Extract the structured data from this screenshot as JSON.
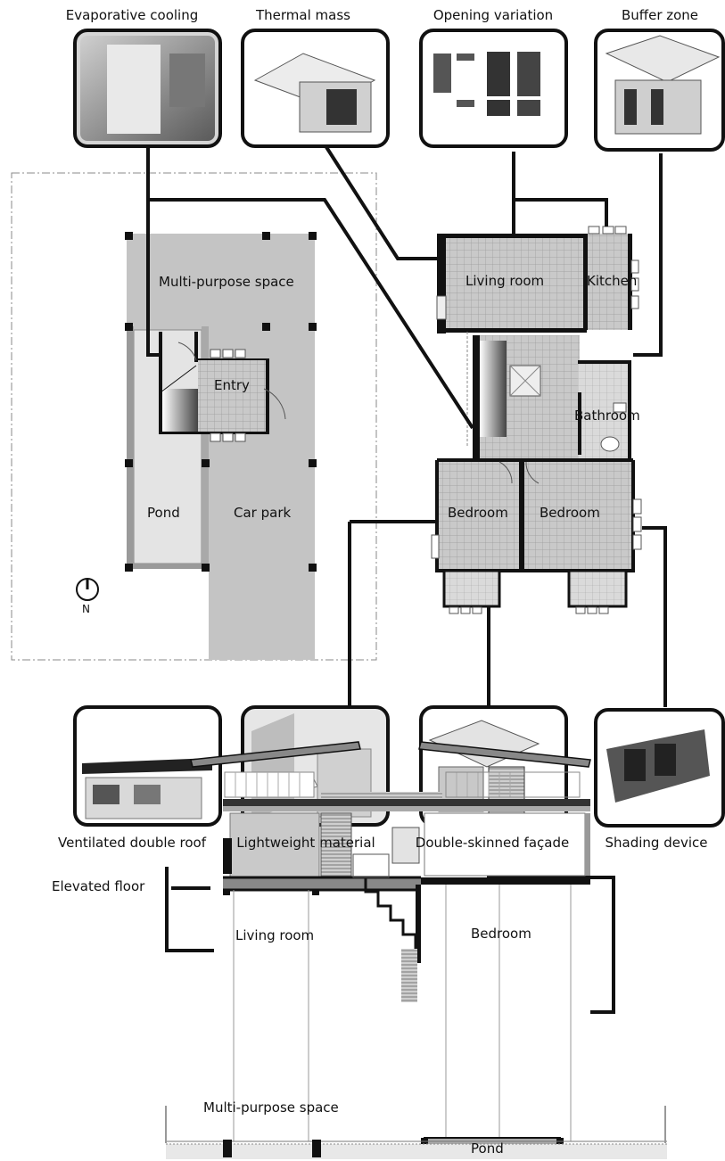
{
  "top_labels": {
    "evaporative": "Evaporative cooling",
    "thermal": "Thermal mass",
    "opening": "Opening variation",
    "buffer": "Buffer zone"
  },
  "bottom_labels": {
    "roof": "Ventilated double roof",
    "lightweight": "Lightweight material",
    "facade": "Double-skinned façade",
    "shading": "Shading device"
  },
  "plan_labels": {
    "multi_purpose": "Multi-purpose space",
    "entry": "Entry",
    "pond": "Pond",
    "car_park": "Car park",
    "living": "Living room",
    "kitchen": "Kitchen",
    "bathroom": "Bathroom",
    "bedroom_left": "Bedroom",
    "bedroom_right": "Bedroom",
    "north": "N"
  },
  "section_labels": {
    "living": "Living room",
    "bedroom": "Bedroom",
    "elevated_floor": "Elevated floor",
    "multi_purpose": "Multi-purpose space",
    "pond": "Pond"
  },
  "colors": {
    "plan_fill": "#c7c7c7",
    "line": "#111111",
    "dark_fill": "#222222",
    "light_fill": "#e6e6e6"
  }
}
